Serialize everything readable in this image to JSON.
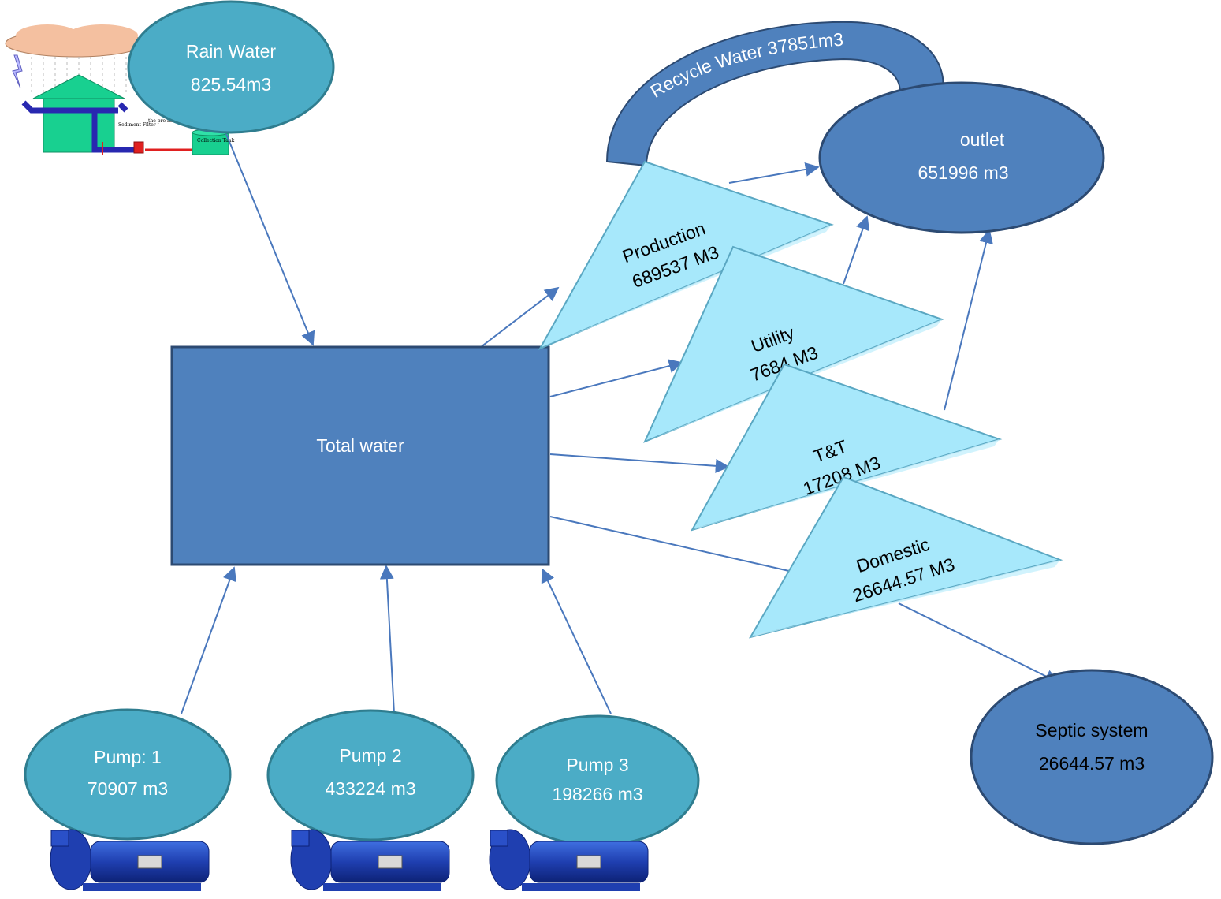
{
  "colors": {
    "source_fill": "#4bacc6",
    "source_stroke": "#2f7d8f",
    "node_fill": "#4f81bd",
    "node_stroke": "#2c4a72",
    "triangle_fill": "#a7e8fb",
    "triangle_stroke": "#5aa7c2",
    "arrow": "#4a78bd"
  },
  "rain_water": {
    "title": "Rain Water",
    "value": "825.54m3"
  },
  "total_water": {
    "label": "Total water"
  },
  "recycle": {
    "label": "Recycle Water 37851m3"
  },
  "outlet": {
    "title": "outlet",
    "value": "651996 m3"
  },
  "septic": {
    "title": "Septic system",
    "value": "26644.57 m3"
  },
  "production": {
    "title": "Production",
    "value": "689537 M3"
  },
  "utility": {
    "title": "Utility",
    "value": "7684 M3"
  },
  "tnt": {
    "title": "T&T",
    "value": "17208 M3"
  },
  "domestic": {
    "title": "Domestic",
    "value": "26644.57 M3"
  },
  "pumps": [
    {
      "title": "Pump: 1",
      "value": "70907 m3"
    },
    {
      "title": "Pump 2",
      "value": "433224 m3"
    },
    {
      "title": "Pump 3",
      "value": "198266 m3"
    }
  ],
  "rain_illustration": {
    "filter_label": "Sediment Filter",
    "tank_label": "Collection Tank",
    "note_text": "the pre-filling tank externally"
  },
  "icons": [
    "cloud-icon",
    "house-icon",
    "pump-icon"
  ]
}
